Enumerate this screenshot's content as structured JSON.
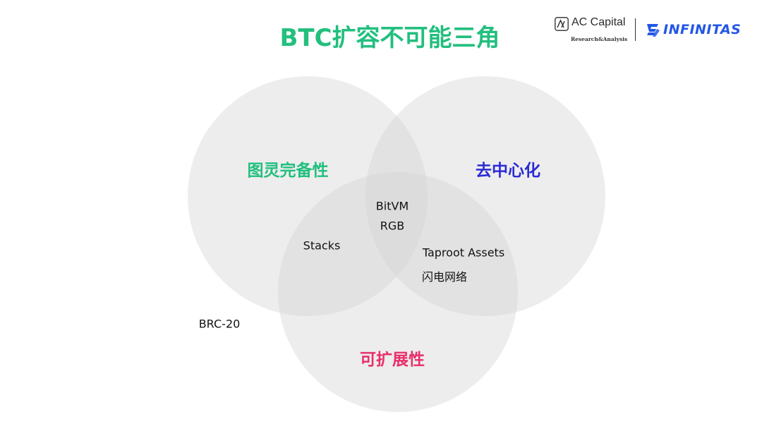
{
  "title": "BTC扩容不可能三角",
  "logos": {
    "ac_capital": {
      "name": "AC Capital",
      "subtitle": "Research&Analysis"
    },
    "infinitas": {
      "name": "INFINITAS"
    }
  },
  "colors": {
    "title": "#22bf7e",
    "circle_fill": "#d3d3d3",
    "turing_label": "#22bf7e",
    "decentral_label": "#2b2bd6",
    "scalability_label": "#e8306b",
    "infinitas_brand": "#2357e6"
  },
  "sets": [
    {
      "id": "turing",
      "label": "图灵完备性",
      "color": "#22bf7e"
    },
    {
      "id": "decentralization",
      "label": "去中心化",
      "color": "#2b2bd6"
    },
    {
      "id": "scalability",
      "label": "可扩展性",
      "color": "#e8306b"
    }
  ],
  "items": {
    "center": [
      "BitVM",
      "RGB"
    ],
    "turing_scalability": [
      "Stacks"
    ],
    "decentralization_scalability": [
      "Taproot Assets",
      "闪电网络"
    ],
    "outside": [
      "BRC-20"
    ]
  }
}
